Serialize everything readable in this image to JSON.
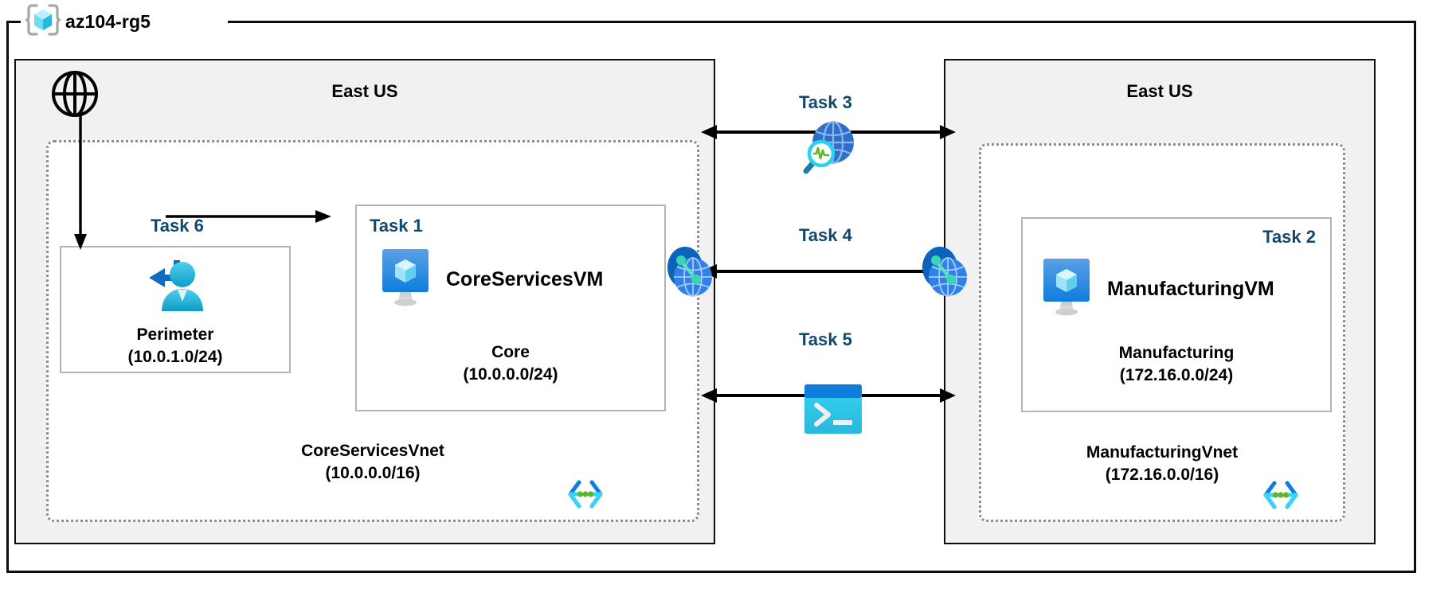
{
  "resource_group": {
    "name": "az104-rg5",
    "icon": "azure-resource-group-icon"
  },
  "regions": [
    {
      "id": "left",
      "title": "East US"
    },
    {
      "id": "right",
      "title": "East US"
    }
  ],
  "internet": {
    "icon": "globe-icon"
  },
  "vnets": [
    {
      "id": "coreservices",
      "name": "CoreServicesVnet",
      "cidr": "(10.0.0.0/16)",
      "corner_icon": "subnet-group-icon",
      "subnets": [
        {
          "id": "perimeter",
          "task": "Task 6",
          "name": "Perimeter",
          "cidr": "(10.0.1.0/24)",
          "icon": "user-login-icon"
        },
        {
          "id": "core",
          "task": "Task 1",
          "name": "Core",
          "cidr": "(10.0.0.0/24)",
          "vm": {
            "name": "CoreServicesVM",
            "icon": "virtual-machine-icon"
          }
        }
      ]
    },
    {
      "id": "manufacturing",
      "name": "ManufacturingVnet",
      "cidr": "(172.16.0.0/16)",
      "corner_icon": "subnet-group-icon",
      "subnets": [
        {
          "id": "manufacturing",
          "task": "Task 2",
          "name": "Manufacturing",
          "cidr": "(172.16.0.0/24)",
          "vm": {
            "name": "ManufacturingVM",
            "icon": "virtual-machine-icon"
          }
        }
      ]
    }
  ],
  "connections": [
    {
      "id": "task3",
      "label": "Task 3",
      "icon": "network-watcher-icon"
    },
    {
      "id": "task4",
      "label": "Task 4",
      "icon": "vnet-peering-icon"
    },
    {
      "id": "task5",
      "label": "Task 5",
      "icon": "cloud-shell-icon"
    }
  ],
  "peering_endpoints": [
    {
      "id": "left-peering",
      "icon": "vnet-peering-icon"
    },
    {
      "id": "right-peering",
      "icon": "vnet-peering-icon"
    }
  ],
  "colors": {
    "task_label": "#11486f",
    "region_fill": "#f1f1f1",
    "vnet_border": "#8c8c8c",
    "subnet_border": "#b4b4b4",
    "frame": "#0d0d0d",
    "azure_blue": "#0f7ddb",
    "cyan": "#32cdf0",
    "green": "#5cb82a"
  }
}
